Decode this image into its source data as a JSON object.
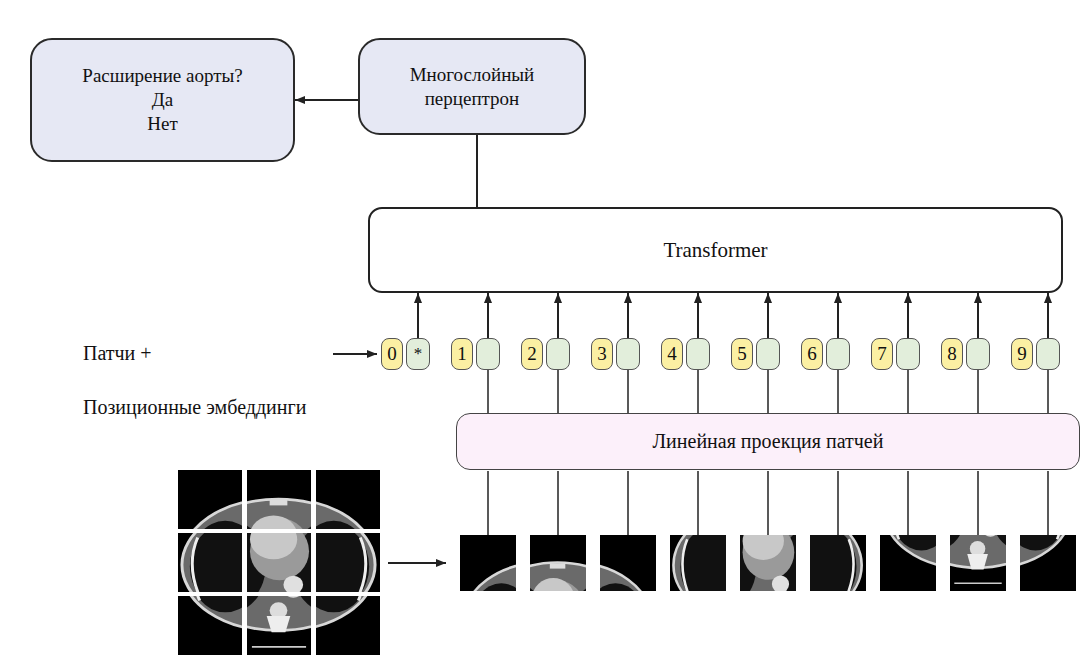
{
  "diagram": {
    "nodes": [
      {
        "text": [
          "Расширение аорты?",
          "Да",
          "Нет"
        ]
      },
      {
        "text": [
          "Многослойный перцептрон"
        ]
      },
      {
        "text": [
          "Transformer"
        ]
      },
      {
        "text": [
          "0"
        ]
      },
      {
        "text": [
          "*"
        ]
      },
      {
        "text": [
          "1"
        ]
      },
      {
        "text": [
          "2"
        ]
      },
      {
        "text": [
          "3"
        ]
      },
      {
        "text": [
          "4"
        ]
      },
      {
        "text": [
          "5"
        ]
      },
      {
        "text": [
          "6"
        ]
      },
      {
        "text": [
          "7"
        ]
      },
      {
        "text": [
          "8"
        ]
      },
      {
        "text": [
          "9"
        ]
      },
      {
        "text": [
          "Линейная проекция патчей"
        ]
      }
    ],
    "edges": [
      {
        "from": 1,
        "to": 0,
        "arrow": "to"
      },
      {
        "from": 2,
        "to": 1,
        "arrow": "none"
      },
      {
        "from": 4,
        "to": 2,
        "arrow": "to"
      },
      {
        "from": 5,
        "to": 2,
        "arrow": "to"
      },
      {
        "from": 6,
        "to": 2,
        "arrow": "to"
      },
      {
        "from": 7,
        "to": 2,
        "arrow": "to"
      },
      {
        "from": 8,
        "to": 2,
        "arrow": "to"
      },
      {
        "from": 9,
        "to": 2,
        "arrow": "to"
      },
      {
        "from": 10,
        "to": 2,
        "arrow": "to"
      },
      {
        "from": 11,
        "to": 2,
        "arrow": "to"
      },
      {
        "from": 12,
        "to": 2,
        "arrow": "to"
      },
      {
        "from": 13,
        "to": 2,
        "arrow": "to"
      }
    ],
    "labels": [
      "Патчи +",
      "Позиционные эмбеддинги"
    ]
  }
}
